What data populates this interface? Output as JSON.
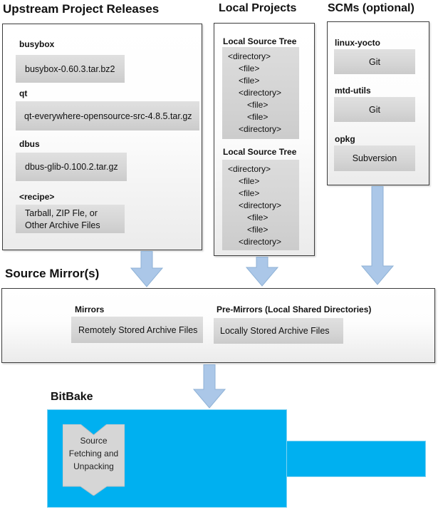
{
  "colors": {
    "bitbake_blue": "#00b0f0",
    "arrow_fill": "#abc7e8",
    "arrow_stroke": "#8fb2d6",
    "inner_box_gray": "#d6d6d6",
    "outer_box_border": "#3c3c3c"
  },
  "upstream": {
    "title": "Upstream Project Releases",
    "entries": [
      {
        "label": "busybox",
        "value": "busybox-0.60.3.tar.bz2"
      },
      {
        "label": "qt",
        "value": "qt-everywhere-opensource-src-4.8.5.tar.gz"
      },
      {
        "label": "dbus",
        "value": "dbus-glib-0.100.2.tar.gz"
      },
      {
        "label": "<recipe>",
        "value": "Tarball, ZIP Fle, or\nOther Archive Files"
      }
    ]
  },
  "local_projects": {
    "title": "Local Projects",
    "sections": [
      {
        "label": "Local Source Tree",
        "lines": [
          "<directory>",
          "<file>",
          "<file>",
          "<directory>",
          "<file>",
          "<file>",
          "<directory>"
        ]
      },
      {
        "label": "Local Source Tree",
        "lines": [
          "<directory>",
          "<file>",
          "<file>",
          "<directory>",
          "<file>",
          "<file>",
          "<directory>"
        ]
      }
    ]
  },
  "scms": {
    "title": "SCMs (optional)",
    "entries": [
      {
        "label": "linux-yocto",
        "value": "Git"
      },
      {
        "label": "mtd-utils",
        "value": "Git"
      },
      {
        "label": "opkg",
        "value": "Subversion"
      }
    ]
  },
  "source_mirrors": {
    "title": "Source Mirror(s)",
    "mirrors_label": "Mirrors",
    "mirrors_value": "Remotely Stored Archive Files",
    "premirrors_label": "Pre-Mirrors (Local Shared Directories)",
    "premirrors_value": "Locally Stored Archive Files"
  },
  "bitbake": {
    "title": "BitBake",
    "process_label": "Source\nFetching and\nUnpacking"
  }
}
